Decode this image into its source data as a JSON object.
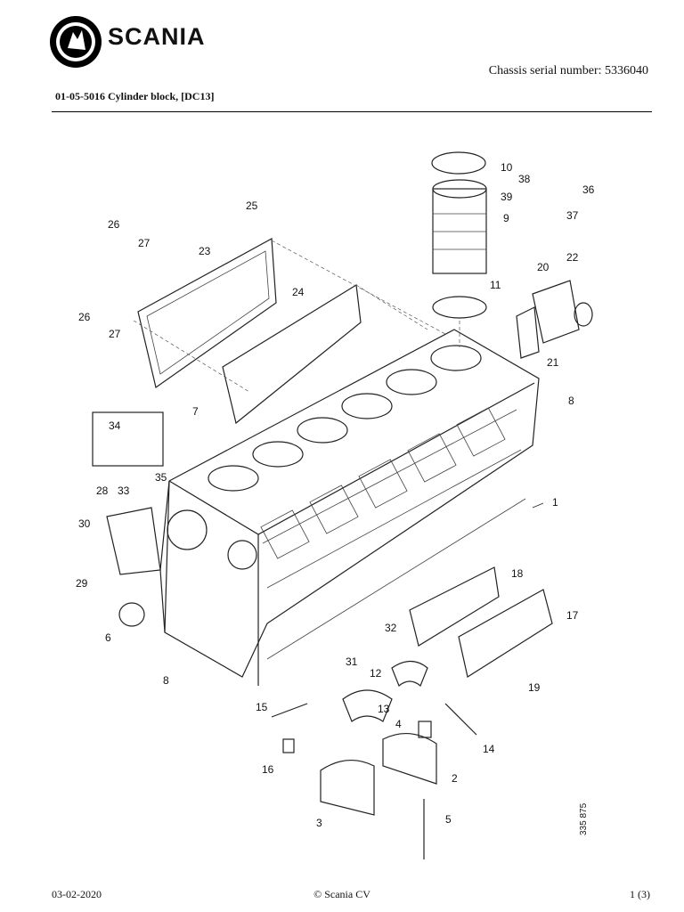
{
  "header": {
    "brand": "SCANIA",
    "serial_number": "Chassis serial number: 5336040",
    "title": "01-05-5016 Cylinder block, [DC13]"
  },
  "diagram": {
    "callouts": [
      "1",
      "2",
      "3",
      "4",
      "5",
      "6",
      "7",
      "8",
      "8",
      "9",
      "10",
      "11",
      "12",
      "13",
      "14",
      "15",
      "16",
      "17",
      "18",
      "19",
      "20",
      "21",
      "22",
      "23",
      "24",
      "25",
      "26",
      "26",
      "27",
      "27",
      "28",
      "29",
      "30",
      "31",
      "32",
      "33",
      "34",
      "35",
      "36",
      "37",
      "38",
      "39"
    ],
    "reference_code": "335 875"
  },
  "footer": {
    "date": "03-02-2020",
    "copyright": "© Scania CV",
    "page": "1 (3)"
  }
}
